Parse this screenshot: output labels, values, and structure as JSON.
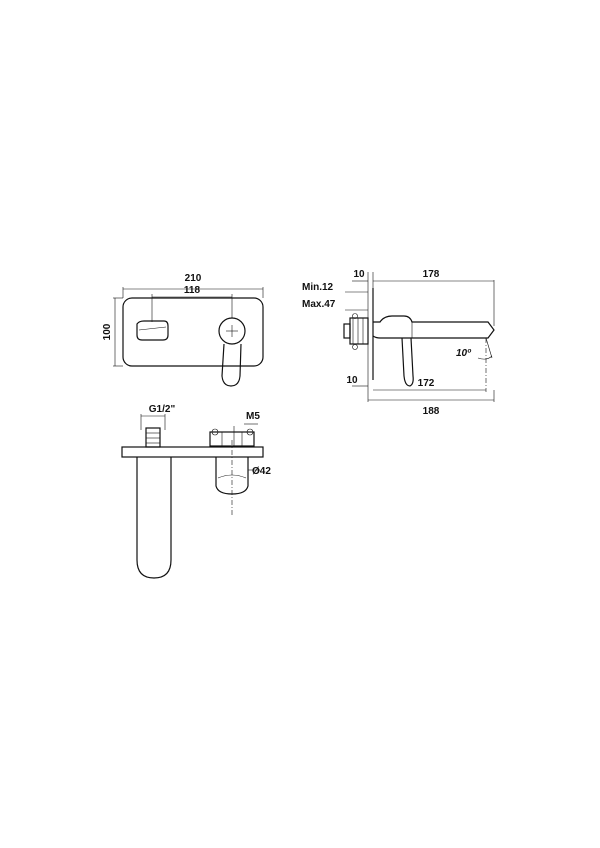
{
  "front_view": {
    "width_label": "210",
    "spacing_label": "118",
    "height_label": "100"
  },
  "side_view": {
    "wall_offset_label": "10",
    "spout_length_label": "178",
    "min_depth_label": "Min.12",
    "max_depth_label": "Max.47",
    "angle_label": "10º",
    "lower_offset_label": "10",
    "lever_reach_label": "172",
    "total_depth_label": "188"
  },
  "top_view": {
    "thread_label": "G1/2\"",
    "screw_label": "M5",
    "diameter_label": "Ø42"
  }
}
